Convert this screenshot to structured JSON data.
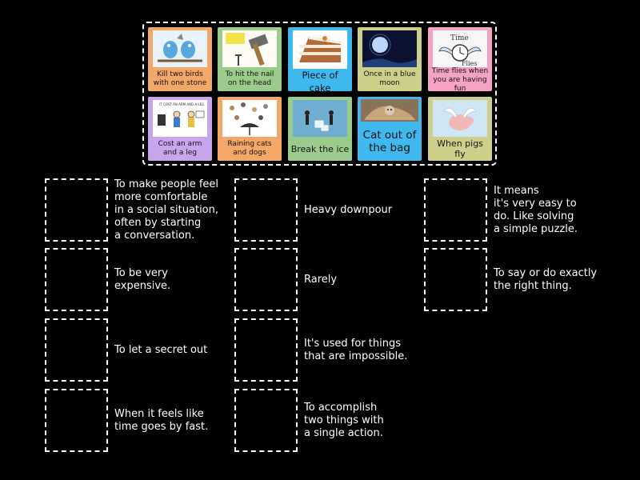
{
  "colors": {
    "background": "#000000",
    "orange": "#f4a868",
    "green": "#9ccc8c",
    "blue": "#3fb8ee",
    "olive": "#cfcf8c",
    "pink": "#f6a2c4",
    "lavender": "#c8a6ee"
  },
  "cards": [
    {
      "label": "Kill two birds with one stone",
      "color": "orange",
      "icon": "two-birds-stone-icon"
    },
    {
      "label": "To hit the nail on the head",
      "color": "green",
      "icon": "hammer-nail-icon"
    },
    {
      "label": "Piece of cake",
      "color": "blue",
      "icon": "cake-slice-icon"
    },
    {
      "label": "Once in a blue moon",
      "color": "olive",
      "icon": "blue-moon-icon"
    },
    {
      "label": "Time flies when you are having fun",
      "color": "pink",
      "icon": "flying-clock-icon"
    },
    {
      "label": "Cost an arm and a leg",
      "color": "lavender",
      "icon": "cost-arm-leg-cartoon-icon"
    },
    {
      "label": "Raining cats and dogs",
      "color": "orange",
      "icon": "raining-cats-dogs-icon"
    },
    {
      "label": "Break the ice",
      "color": "green",
      "icon": "break-ice-icon"
    },
    {
      "label": "Cat out of the bag",
      "color": "blue",
      "icon": "cat-in-bag-icon"
    },
    {
      "label": "When pigs fly",
      "color": "olive",
      "icon": "flying-pig-icon"
    }
  ],
  "definitions": [
    "To make people feel\nmore comfortable\nin a social situation,\noften by starting\na conversation.",
    "To be very\nexpensive.",
    "To let a secret out",
    "When it feels like\ntime goes by fast.",
    "Heavy downpour",
    "Rarely",
    "It's used for things\nthat are impossible.",
    "To accomplish\ntwo things with\na single action.",
    "It means\nit's very easy to\ndo. Like solving\na simple puzzle.",
    "To say or do exactly\nthe right thing."
  ]
}
